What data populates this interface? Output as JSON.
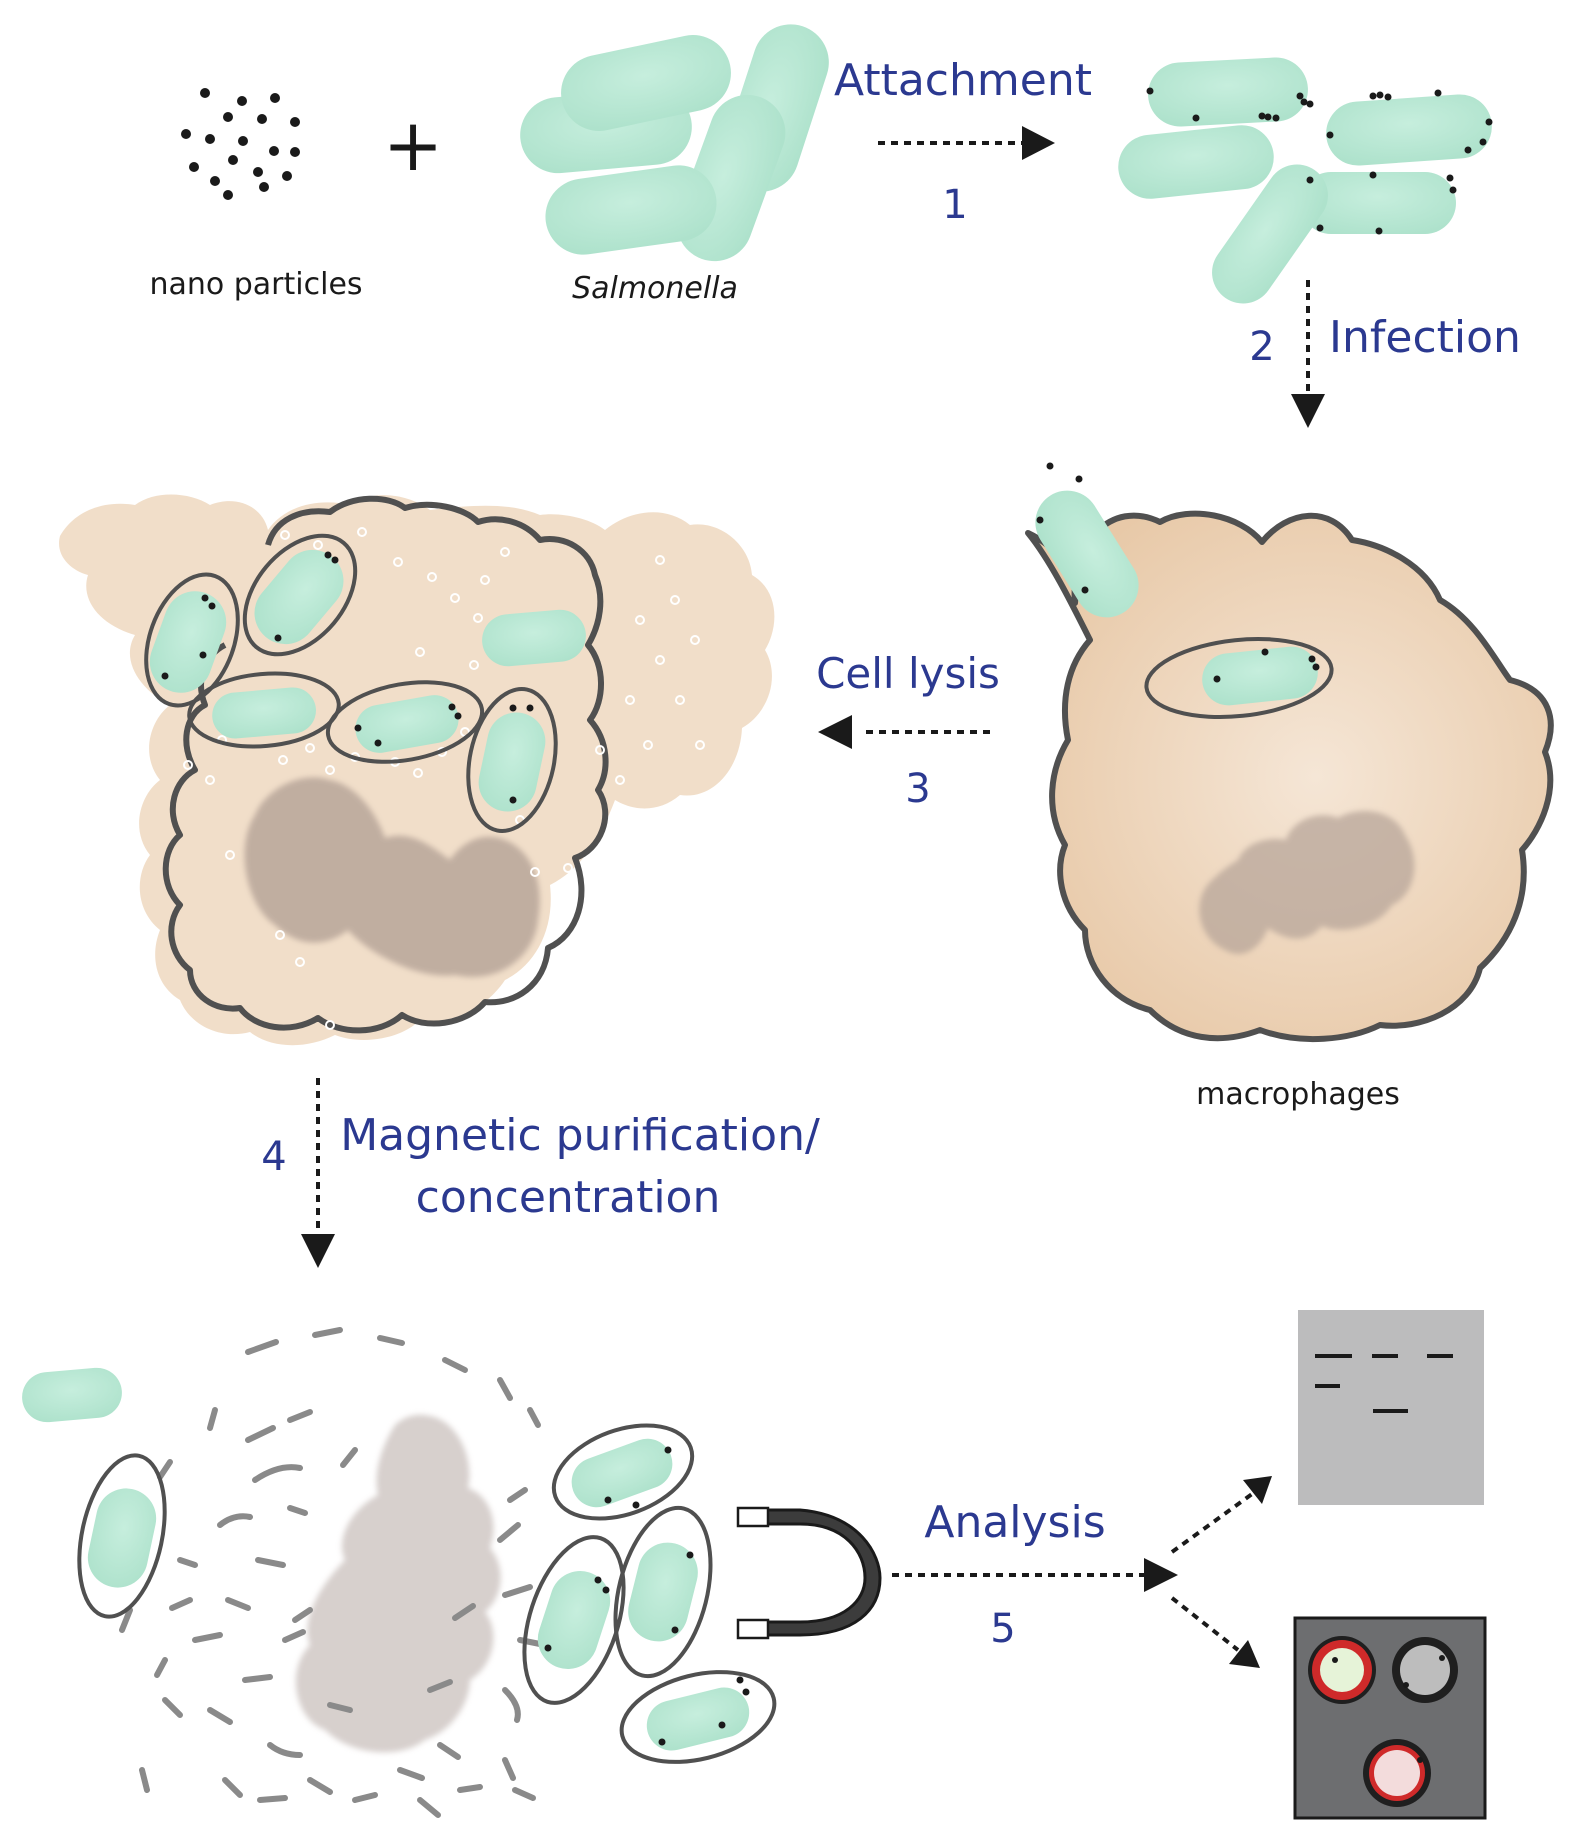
{
  "labels": {
    "nanoparticles": "nano particles",
    "salmonella": "Salmonella",
    "macrophages": "macrophages"
  },
  "steps": [
    {
      "number": "1",
      "label": "Attachment"
    },
    {
      "number": "2",
      "label": "Infection"
    },
    {
      "number": "3",
      "label": "Cell lysis"
    },
    {
      "number": "4",
      "label_line1": "Magnetic purification/",
      "label_line2": "concentration"
    },
    {
      "number": "5",
      "label": "Analysis"
    }
  ],
  "symbols": {
    "plus": "+"
  },
  "colors": {
    "bacteria": "#b9e8d6",
    "cell": "#f0dcc6",
    "nucleus": "#b8a69a",
    "outline": "#5a5a5a",
    "step_text": "#2b3990",
    "gel": "#bcbcbd",
    "plate": "#6d6e70",
    "colony_positive": "#cf2a2a"
  },
  "icons": [
    "plus-icon",
    "magnet-icon",
    "arrow-icon",
    "gel-icon",
    "plate-icon"
  ]
}
